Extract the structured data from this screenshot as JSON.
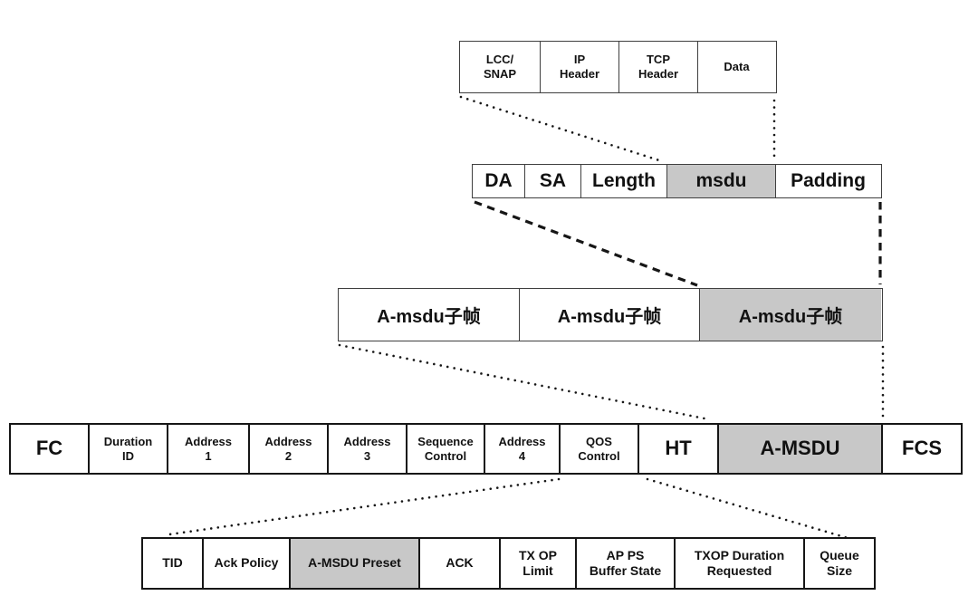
{
  "colors": {
    "shaded_cell": "#c8c8c8",
    "border_light": "#3f3f3f",
    "border_heavy": "#161616",
    "connector": "#161616",
    "background": "#ffffff",
    "text": "#111111"
  },
  "rows": [
    {
      "name": "upper-layer-packet",
      "cells": [
        {
          "label": "LCC/\nSNAP"
        },
        {
          "label": "IP\nHeader"
        },
        {
          "label": "TCP\nHeader"
        },
        {
          "label": "Data"
        }
      ]
    },
    {
      "name": "msdu-subframe",
      "cells": [
        {
          "label": "DA"
        },
        {
          "label": "SA"
        },
        {
          "label": "Length"
        },
        {
          "label": "msdu",
          "shaded": true
        },
        {
          "label": "Padding"
        }
      ]
    },
    {
      "name": "amsdu-subframes",
      "cells": [
        {
          "label": "A-msdu子帧"
        },
        {
          "label": "A-msdu子帧"
        },
        {
          "label": "A-msdu子帧",
          "shaded": true
        }
      ]
    },
    {
      "name": "mac-frame",
      "cells": [
        {
          "label": "FC"
        },
        {
          "label": "Duration\nID"
        },
        {
          "label": "Address\n1"
        },
        {
          "label": "Address\n2"
        },
        {
          "label": "Address\n3"
        },
        {
          "label": "Sequence\nControl"
        },
        {
          "label": "Address\n4"
        },
        {
          "label": "QOS\nControl"
        },
        {
          "label": "HT"
        },
        {
          "label": "A-MSDU",
          "shaded": true
        },
        {
          "label": "FCS"
        }
      ]
    },
    {
      "name": "qos-control-fields",
      "cells": [
        {
          "label": "TID"
        },
        {
          "label": "Ack Policy"
        },
        {
          "label": "A-MSDU Preset",
          "shaded": true
        },
        {
          "label": "ACK"
        },
        {
          "label": "TX OP\nLimit"
        },
        {
          "label": "AP PS\nBuffer State"
        },
        {
          "label": "TXOP Duration\nRequested"
        },
        {
          "label": "Queue\nSize"
        }
      ]
    }
  ]
}
